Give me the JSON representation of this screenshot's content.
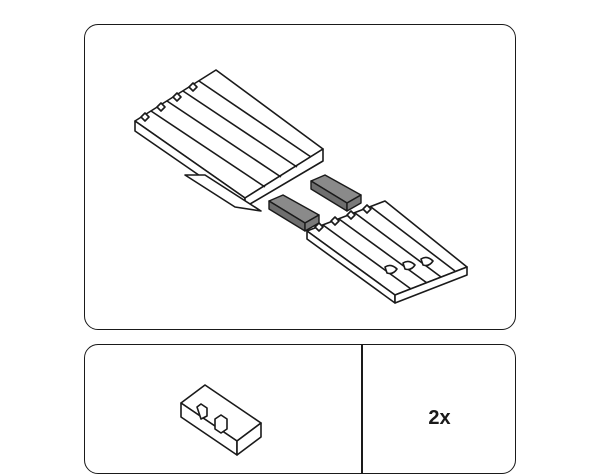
{
  "step": {
    "quantity_label": "2x"
  },
  "colors": {
    "line": "#1a1a1a",
    "connector_fill": "#8a8a8a",
    "rail_fill": "#ffffff"
  },
  "icons": {
    "top_illustration": "rail-joining-illustration",
    "bottom_illustration": "rail-connector-part"
  }
}
